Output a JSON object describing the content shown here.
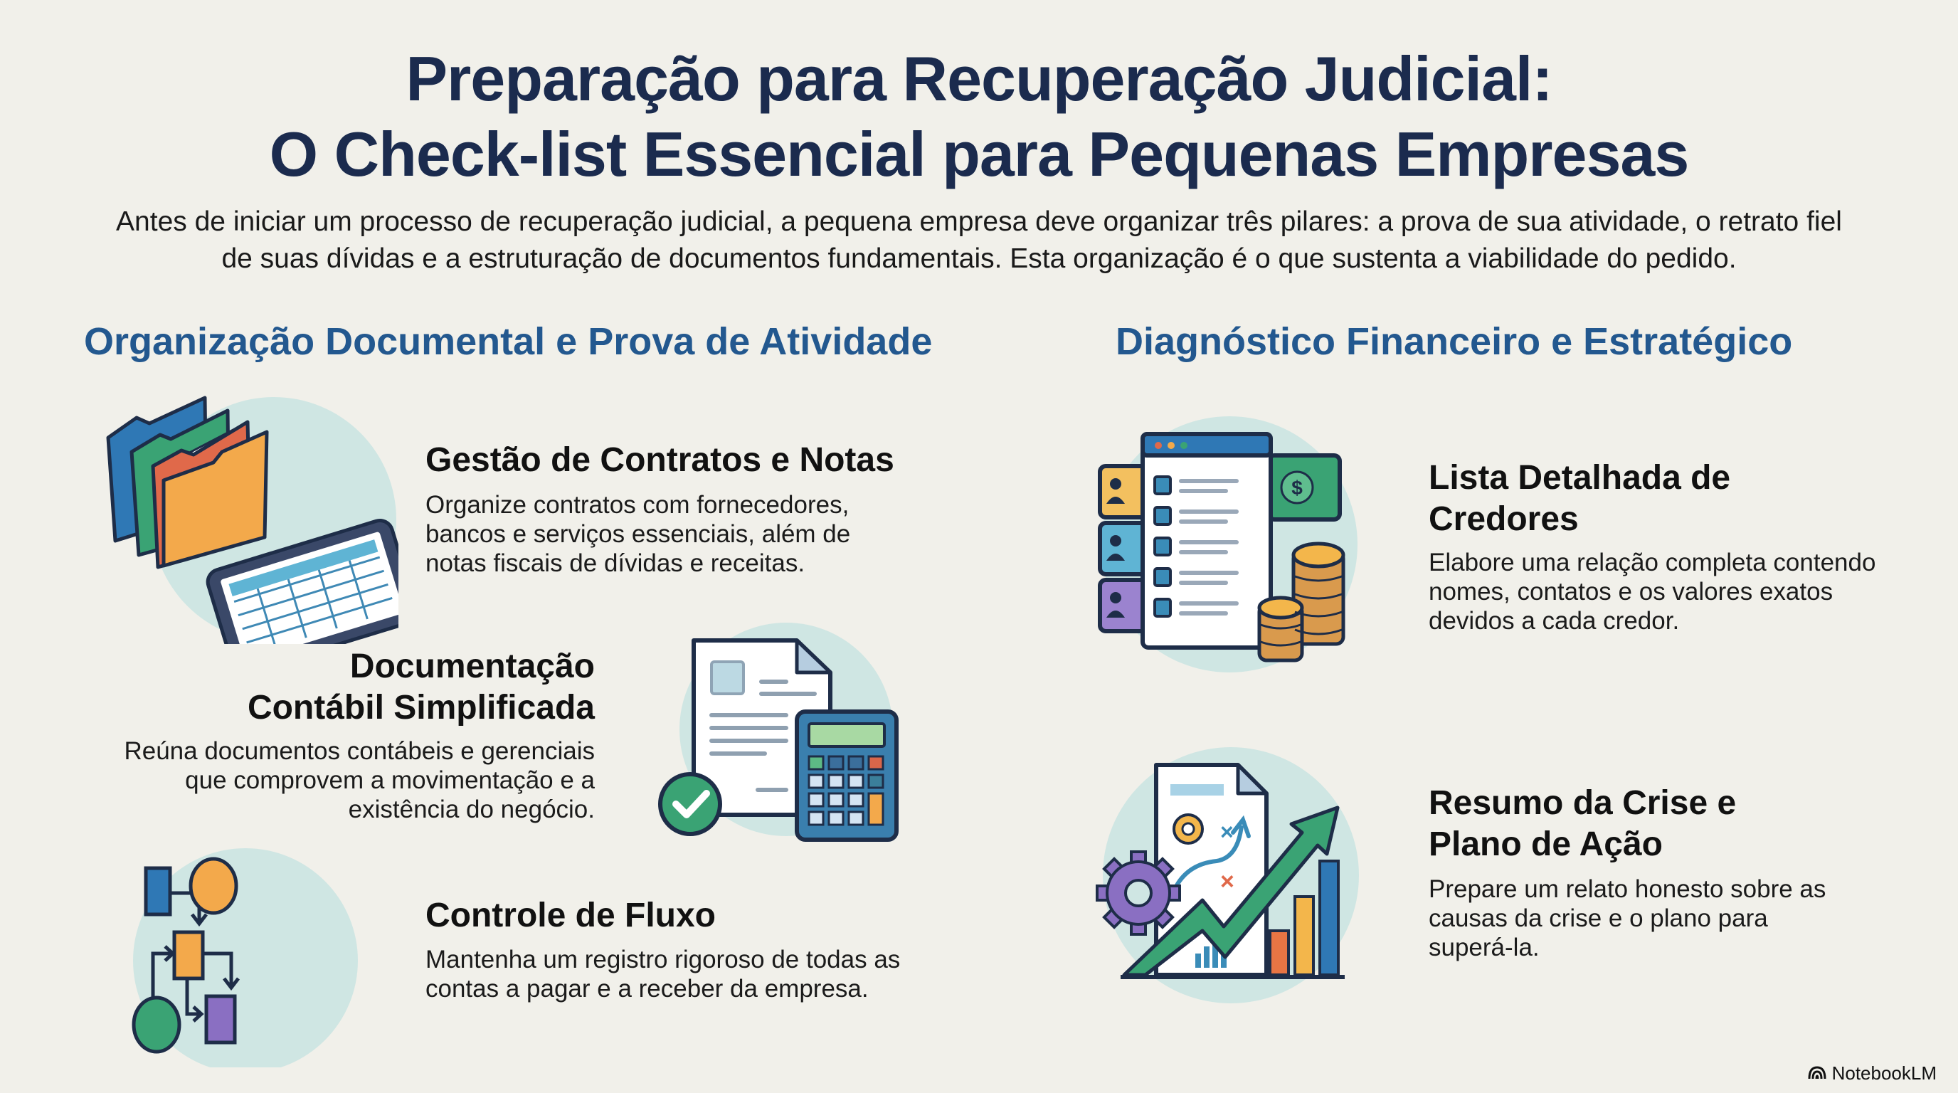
{
  "header": {
    "title_line1": "Preparação para Recuperação Judicial:",
    "title_line2": "O Check-list Essencial para Pequenas Empresas",
    "intro": "Antes de iniciar um processo de recuperação judicial, a pequena empresa deve organizar três pilares: a prova de sua atividade, o retrato fiel de suas dívidas e a estruturação de documentos fundamentais. Esta organização é o que sustenta a viabilidade do pedido."
  },
  "left_section": {
    "heading": "Organização Documental e Prova de Atividade",
    "items": [
      {
        "title": "Gestão de Contratos e Notas",
        "description": "Organize contratos com fornecedores, bancos e serviços essenciais, além de notas fiscais de dívidas e receitas.",
        "icon": "folders-and-tablet-icon"
      },
      {
        "title_line1": "Documentação",
        "title_line2": "Contábil Simplificada",
        "description": "Reúna documentos contábeis e gerenciais que comprovem a movimentação e a existência do negócio.",
        "icon": "document-calculator-check-icon"
      },
      {
        "title": "Controle de Fluxo",
        "description": "Mantenha um registro rigoroso de todas as contas a pagar e a receber da empresa.",
        "icon": "flowchart-icon"
      }
    ]
  },
  "right_section": {
    "heading": "Diagnóstico Financeiro e Estratégico",
    "items": [
      {
        "title_line1": "Lista Detalhada de",
        "title_line2": "Credores",
        "description": "Elabore uma relação completa contendo nomes, contatos e os valores exatos devidos a cada credor.",
        "icon": "creditor-list-coins-icon"
      },
      {
        "title_line1": "Resumo da Crise e",
        "title_line2": "Plano de Ação",
        "description": "Prepare um relato honesto sobre as causas da crise e o plano para superá-la.",
        "icon": "growth-chart-plan-icon"
      }
    ]
  },
  "footer": {
    "brand": "NotebookLM"
  },
  "colors": {
    "background": "#f1f0ea",
    "title": "#1b2b4e",
    "section_heading": "#23588f",
    "icon_circle": "#cfe6e3",
    "blue": "#2f78b5",
    "green": "#3aa374",
    "orange": "#f3a94b",
    "red": "#e0694a",
    "purple": "#8a6fc2",
    "outline": "#1e2d48"
  }
}
